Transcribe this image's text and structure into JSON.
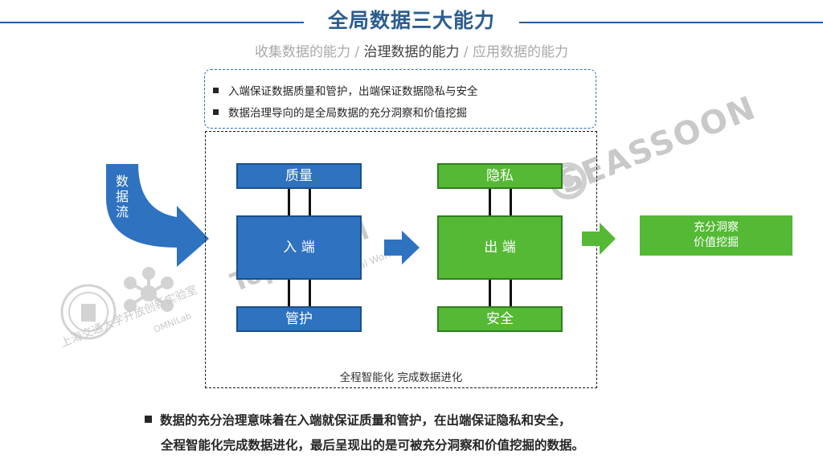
{
  "header": {
    "title": "全局数据三大能力",
    "subtitle_part1": "收集数据的能力 / ",
    "subtitle_part2": "治理数据的能力",
    "subtitle_part3": " / 应用数据的能力"
  },
  "top_box": {
    "bullets": [
      "入端保证数据质量和管护，出端保证数据隐私与安全",
      "数据治理导向的是全局数据的充分洞察和价值挖掘"
    ]
  },
  "diagram": {
    "flow_label": "数\n据\n流",
    "input_top": "质量",
    "input_main": "入 端",
    "input_bottom": "管护",
    "output_top": "隐私",
    "output_main": "出 端",
    "output_bottom": "安全",
    "caption": "全程智能化  完成数据进化",
    "result_line1": "充分洞察",
    "result_line2": "价值挖掘"
  },
  "conclusion": {
    "line1": "数据的充分治理意味着在入端就保证质量和管护，在出端保证隐私和安全，",
    "line2": "全程智能化完成数据进化，最后呈现出的是可被充分洞察和价值挖掘的数据。"
  },
  "watermarks": {
    "brand": "SEASSOON",
    "lab_name": "上海交通大学开放创新实验室",
    "lab_short": "OMNILab",
    "topdigital": "TopDigital",
    "digital_world": "Digital World"
  },
  "colors": {
    "title_blue": "#2a5d8f",
    "block_blue": "#2e72c0",
    "block_green": "#55b935"
  }
}
